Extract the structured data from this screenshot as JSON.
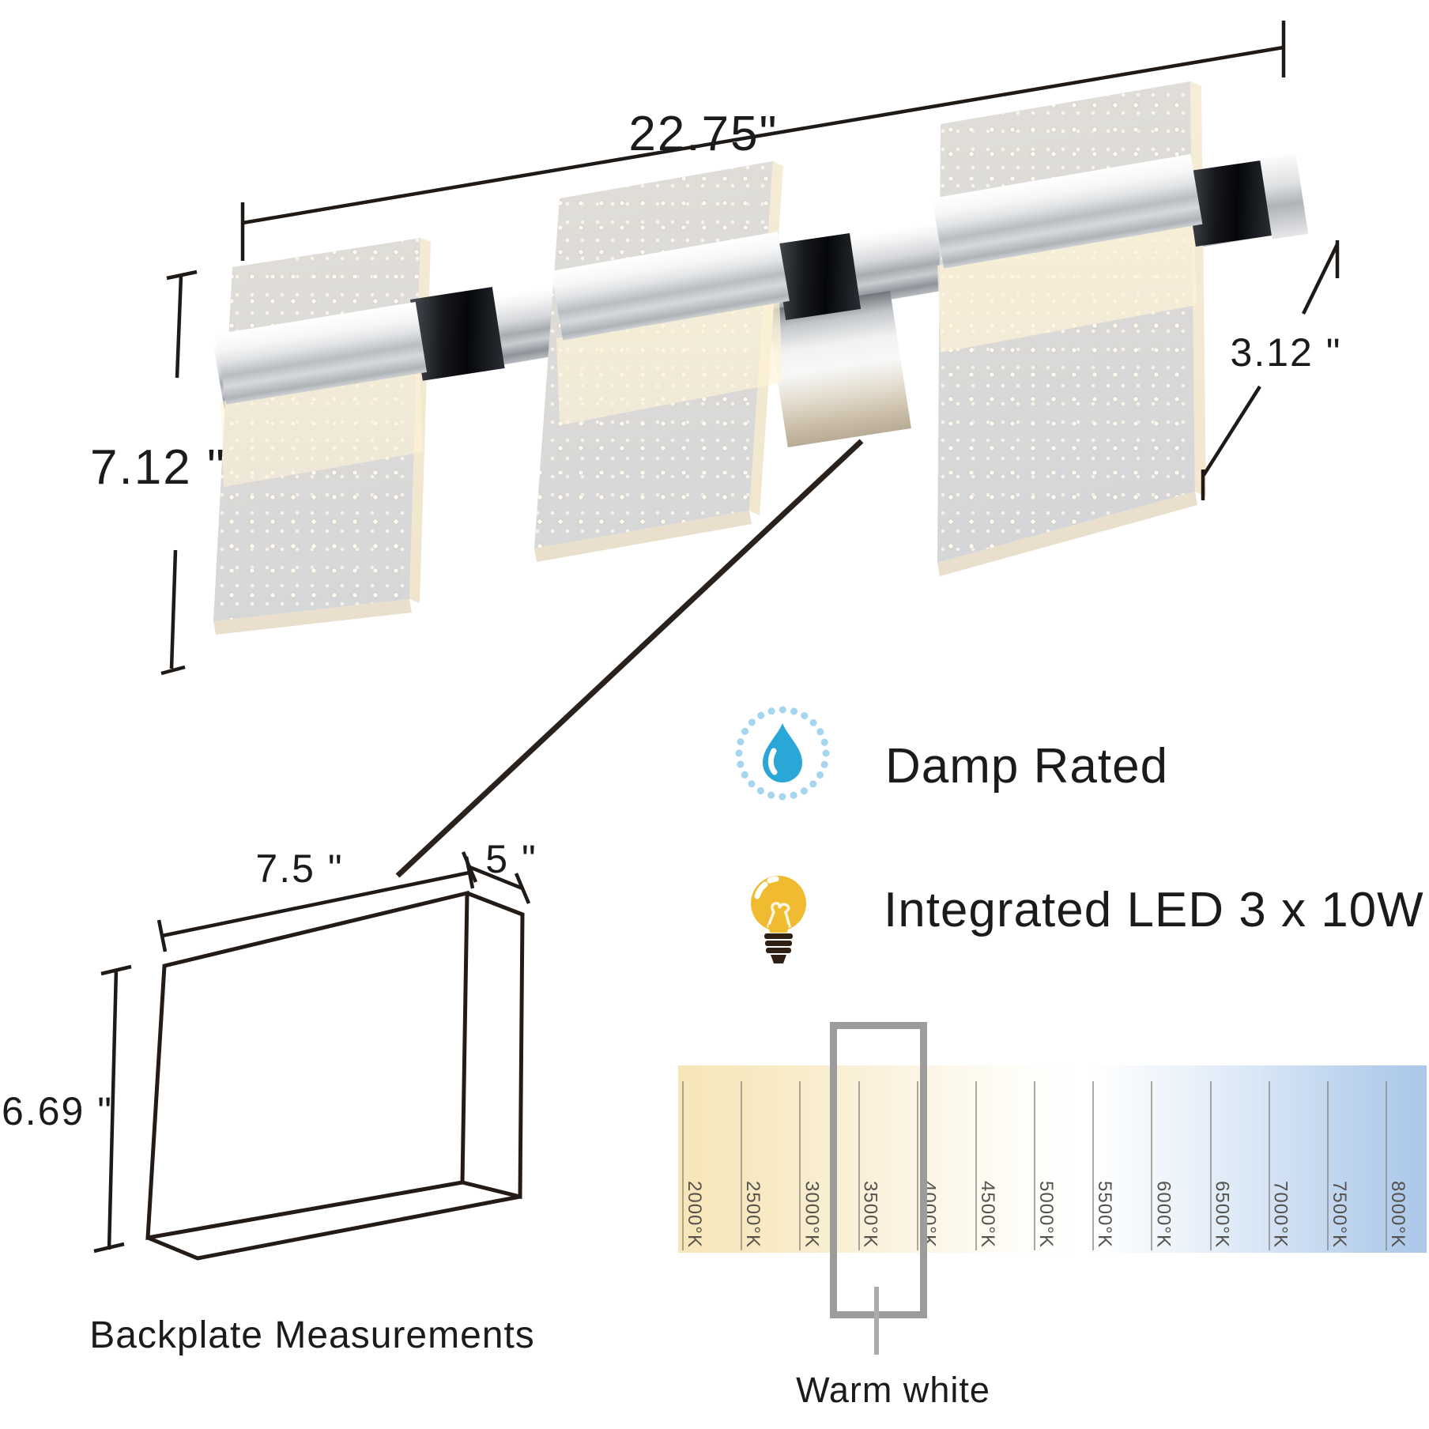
{
  "dimensions": {
    "width": "22.75\"",
    "height": "7.12 \"",
    "depth": "3.12 \""
  },
  "backplate": {
    "width": "7.5 \"",
    "depth": "5 \"",
    "height": "6.69 \"",
    "caption": "Backplate Measurements"
  },
  "features": [
    {
      "icon": "water-drop-icon",
      "label": "Damp Rated"
    },
    {
      "icon": "light-bulb-icon",
      "label": "Integrated LED 3 x 10W"
    }
  ],
  "color_temperature": {
    "labels": [
      "2000°K",
      "2500°K",
      "3000°K",
      "3500°K",
      "4000°K",
      "4500°K",
      "5000°K",
      "5500°K",
      "6000°K",
      "6500°K",
      "7000°K",
      "7500°K",
      "8000°K"
    ],
    "highlighted": "3500°K",
    "annotation": "Warm white",
    "warm_color": "#f7e6b8",
    "cool_color": "#abc7e9",
    "highlight_box_color": "#9c9c9c"
  },
  "icon_colors": {
    "drop_blue": "#2aa7d7",
    "drop_ring_blue": "#a6d6ef",
    "bulb_yellow": "#f0bb31",
    "bulb_base_brown": "#2f2013"
  }
}
